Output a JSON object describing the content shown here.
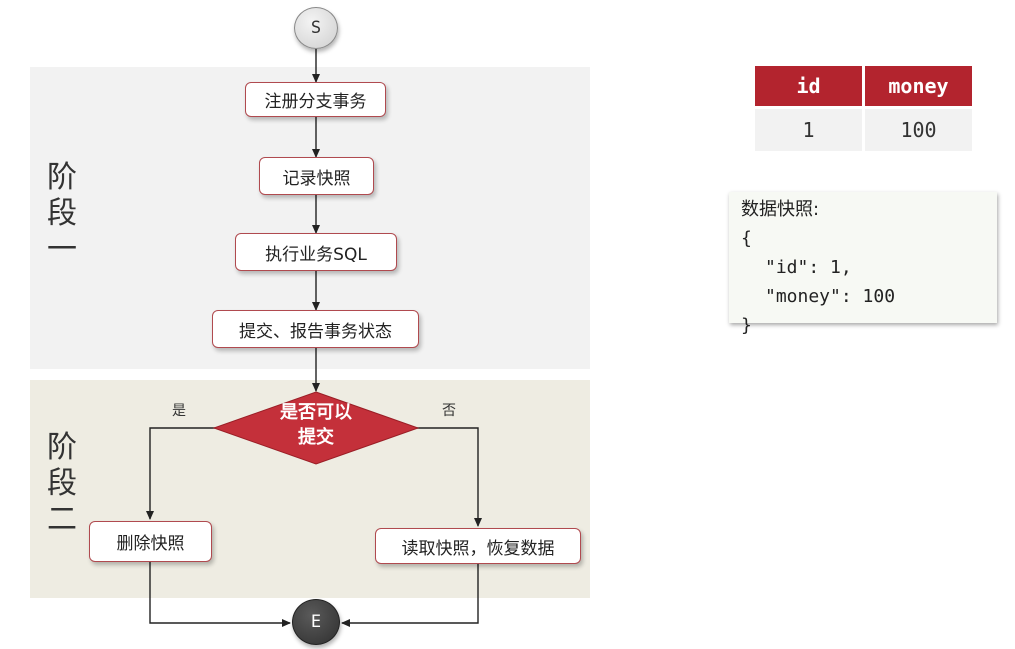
{
  "flow": {
    "start_label": "S",
    "end_label": "E",
    "phase1": {
      "label_chars": [
        "阶",
        "段",
        "一"
      ],
      "steps": [
        "注册分支事务",
        "记录快照",
        "执行业务SQL",
        "提交、报告事务状态"
      ]
    },
    "phase2": {
      "label_chars": [
        "阶",
        "段",
        "二"
      ],
      "decision": {
        "line1": "是否可以",
        "line2": "提交"
      },
      "yes_label": "是",
      "no_label": "否",
      "yes_action": "删除快照",
      "no_action": "读取快照，恢复数据"
    },
    "colors": {
      "accent": "#b3242e",
      "phase1_bg": "#f2f2f2",
      "phase2_bg": "#eeece2"
    }
  },
  "table": {
    "headers": [
      "id",
      "money"
    ],
    "row": [
      "1",
      "100"
    ]
  },
  "snapshot": {
    "title": "数据快照:",
    "lines": [
      "{",
      "\"id\": 1,",
      "\"money\": 100",
      "}"
    ]
  }
}
